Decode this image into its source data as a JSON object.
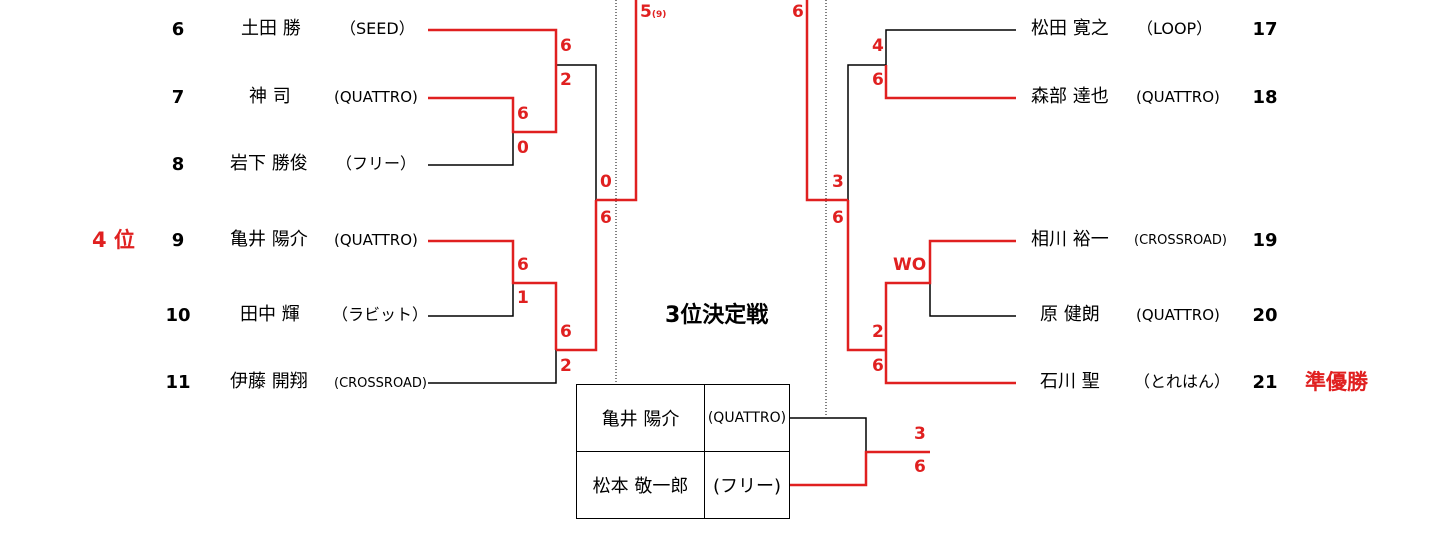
{
  "left_players": [
    {
      "seed": "6",
      "name": "土田 勝",
      "club": "（SEED）"
    },
    {
      "seed": "7",
      "name": "神 司",
      "club": "(QUATTRO)"
    },
    {
      "seed": "8",
      "name": "岩下 勝俊",
      "club": "（フリー）"
    },
    {
      "seed": "9",
      "name": "亀井 陽介",
      "club": "(QUATTRO)"
    },
    {
      "seed": "10",
      "name": "田中 輝",
      "club": "（ラビット）"
    },
    {
      "seed": "11",
      "name": "伊藤 開翔",
      "club": "(CROSSROAD)"
    }
  ],
  "right_players": [
    {
      "seed": "17",
      "name": "松田 寛之",
      "club": "（LOOP）"
    },
    {
      "seed": "18",
      "name": "森部 達也",
      "club": "(QUATTRO)"
    },
    {
      "seed": "19",
      "name": "相川 裕一",
      "club": "(CROSSROAD)"
    },
    {
      "seed": "20",
      "name": "原 健朗",
      "club": "(QUATTRO)"
    },
    {
      "seed": "21",
      "name": "石川 聖",
      "club": "（とれはん）"
    }
  ],
  "scores": {
    "l_6": "6",
    "l_7": "2",
    "l_8": "6",
    "l_9": "0",
    "l_10": "6",
    "l_11": "1",
    "l_12": "6",
    "l_13": "2",
    "l_14": "0",
    "l_15": "6",
    "l_top_main": "5",
    "l_top_sub": "(9)",
    "r_top": "6",
    "r_4": "4",
    "r_5": "6",
    "r_3": "3",
    "r_6": "6",
    "r_wo": "WO",
    "r_2": "2",
    "r_62": "6",
    "third_1": "3",
    "third_2": "6"
  },
  "labels": {
    "fourth_place": "4 位",
    "runner_up": "準優勝",
    "third_place_title": "3位決定戦"
  },
  "third_place": [
    {
      "name": "亀井 陽介",
      "club": "(QUATTRO)"
    },
    {
      "name": "松本 敬一郎",
      "club": "(フリー)"
    }
  ],
  "colors": {
    "winner_line": "#e02020",
    "loser_line": "#000000",
    "score": "#e02020"
  }
}
